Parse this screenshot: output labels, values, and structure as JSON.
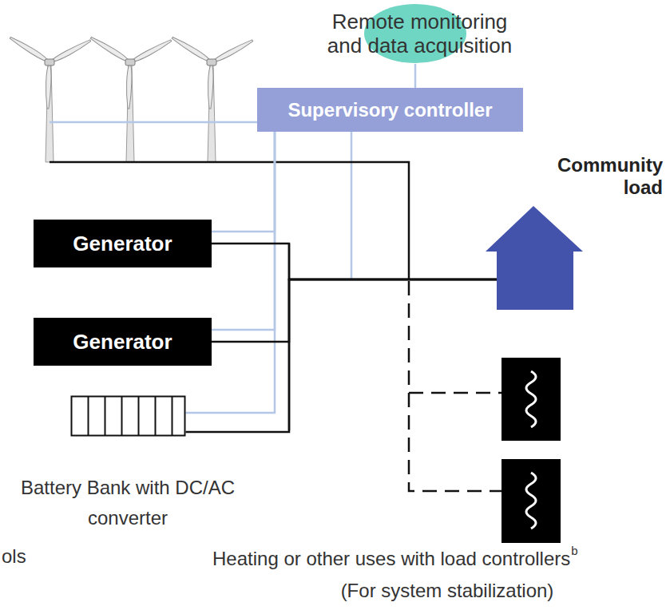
{
  "diagram": {
    "nodes": [
      {
        "text": [
          "Remote monitoring and data acquisition"
        ]
      },
      {
        "text": [
          "Supervisory controller"
        ]
      },
      {
        "text": [
          "Community load"
        ]
      },
      {
        "text": [
          "Generator"
        ]
      },
      {
        "text": [
          "Generator"
        ]
      },
      {
        "text": [
          "Battery Bank with DC/AC converter"
        ]
      }
    ],
    "edges": [
      {
        "from": 1,
        "to": 0,
        "arrow": "none"
      },
      {
        "from": 1,
        "to": 3,
        "arrow": "none"
      },
      {
        "from": 1,
        "to": 4,
        "arrow": "none"
      },
      {
        "from": 1,
        "to": 5,
        "arrow": "none"
      },
      {
        "from": 3,
        "to": 2,
        "arrow": "none"
      },
      {
        "from": 4,
        "to": 2,
        "arrow": "none"
      },
      {
        "from": 5,
        "to": 2,
        "arrow": "none"
      }
    ],
    "labels": [
      "Heating or other uses with load controllers",
      "b",
      "(For system stabilization)",
      "ols"
    ]
  }
}
